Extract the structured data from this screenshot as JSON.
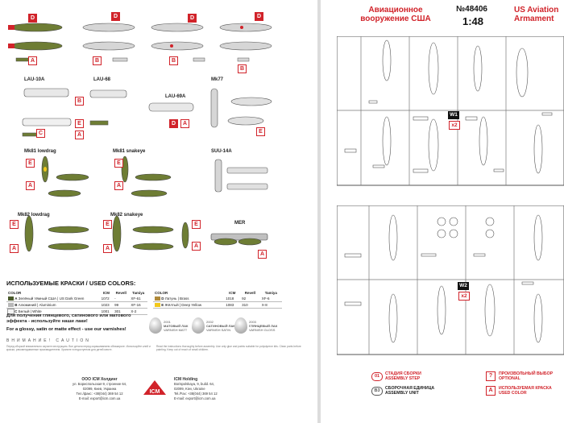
{
  "left": {
    "sections": {
      "lau10a": "LAU-10A",
      "lau68": "LAU-68",
      "lau69a": "LAU-69A",
      "mk77": "Mk77",
      "mk81_lowdrag": "Mk81 lowdrag",
      "mk81_snakeye": "Mk81 snakeye",
      "suu14a": "SUU-14A",
      "mk82_lowdrag": "Mk82 lowdrag",
      "mk82_snakeye": "Mk82 snakeye",
      "mer": "MER"
    },
    "tags": {
      "a": "A",
      "b": "B",
      "c": "C",
      "d": "D",
      "e": "E"
    },
    "colors_title": "ИСПОЛЬЗУЕМЫЕ КРАСКИ / USED COLORS:",
    "color_table_left": {
      "headers": [
        "COLOR",
        "ICM",
        "Revell",
        "Tamiya"
      ],
      "rows": [
        {
          "code": "A",
          "name": "Зелёный тёмный США | US Dark Green",
          "icm": "1072",
          "revell": "-",
          "tamiya": "XF-61",
          "hex": "#4a5a2a"
        },
        {
          "code": "B",
          "name": "Алюминий | Aluminium",
          "icm": "1023",
          "revell": "99",
          "tamiya": "XF-16",
          "hex": "#b8b8b8"
        },
        {
          "code": "C",
          "name": "Белый | White",
          "icm": "1001",
          "revell": "301",
          "tamiya": "X-2",
          "hex": "#f4f4f4"
        }
      ]
    },
    "color_table_right": {
      "headers": [
        "COLOR",
        "ICM",
        "Revell",
        "Tamiya"
      ],
      "rows": [
        {
          "code": "D",
          "name": "Латунь | Brass",
          "icm": "1018",
          "revell": "92",
          "tamiya": "XF-6",
          "hex": "#b08a3a"
        },
        {
          "code": "E",
          "name": "Жёлтый | Deep Yellow",
          "icm": "1083",
          "revell": "310",
          "tamiya": "X-8",
          "hex": "#f2c81a"
        }
      ]
    },
    "promo_ru": "Для получения глянцевого, сатинового или матового эффекта - используйте наши лаки!",
    "promo_en": "For a glossy, satin or matte effect - use our varnishes!",
    "varnishes": [
      {
        "code": "2001",
        "ru": "МАТОВЫЙ ЛАК",
        "en": "VARNISH MATT"
      },
      {
        "code": "2002",
        "ru": "САТИНОВЫЙ ЛАК",
        "en": "VARNISH SATIN"
      },
      {
        "code": "2003",
        "ru": "ГЛЯНЦЕВЫЙ ЛАК",
        "en": "VARNISH GLOSS"
      }
    ],
    "warning_head": "ВНИМАНИЕ!          CAUTION",
    "warning_ru": "Перед сборкой внимательно изучите инструкцию. Все детали перед окрашиванием обезжирьте. Используйте клей и краски, рекомендованные производителем. Храните в недоступном для детей месте.",
    "warning_en": "Read the instructions thoroughly before assembly. Use only glue and paints suitable for polystyrene kits. Clean parts before painting. Keep out of reach of small children.",
    "company_ru": {
      "name": "ООО ICM Холдинг",
      "address": "ул. Бориспольская 9, строение 64,",
      "city": "02099, Киев, Украина",
      "tel": "Тел./факс: +38(044) 369 54 12",
      "email": "E-mail: export@icm.com.ua"
    },
    "company_en": {
      "name": "ICM Holding",
      "address": "Borispolskaya, 9, build. 64,",
      "city": "02099, Kiev, Ukraine",
      "tel": "Tel./Fax: +38(044) 369 54 12",
      "email": "E-mail: export@icm.com.ua"
    }
  },
  "right": {
    "title_ru": "Авиационное вооружение США",
    "kit_number": "№48406",
    "scale": "1:48",
    "title_en": "US Aviation Armament",
    "sprues": [
      {
        "label": "W1",
        "qty": "x2"
      },
      {
        "label": "W2",
        "qty": "x2"
      }
    ],
    "legend": [
      {
        "icon": "01",
        "ru": "СТАДИЯ СБОРКИ",
        "en": "ASSEMBLY STEP"
      },
      {
        "icon": "B3",
        "ru": "СБОРОЧНАЯ ЕДИНИЦА",
        "en": "ASSEMBLY UNIT"
      },
      {
        "icon": "?",
        "ru": "ПРОИЗВОЛЬНЫЙ ВЫБОР",
        "en": "OPTIONAL"
      },
      {
        "icon": "A",
        "ru": "ИСПОЛЬЗУЕМАЯ КРАСКА",
        "en": "USED COLOR"
      }
    ]
  },
  "colors": {
    "accent": "#d1232a",
    "olive": "#6e7d34",
    "grey": "#c8c8c8"
  }
}
